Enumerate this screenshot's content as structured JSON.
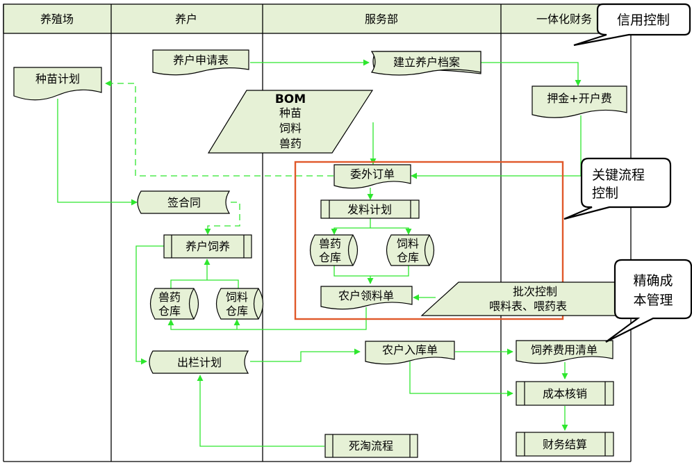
{
  "colors": {
    "shape_fill": "#e6f1d6",
    "header_fill": "#e6f1d6",
    "connector": "#2ee62e",
    "highlight_box": "#e0582a",
    "callout_fill": "#ffffff"
  },
  "lanes": {
    "farm": "养殖场",
    "breeder": "养户",
    "service": "服务部",
    "finance": "一体化财务"
  },
  "nodes": {
    "seedling_plan": "种苗计划",
    "application": "养户申请表",
    "archive": "建立养户档案",
    "deposit": "押金+开户费",
    "bom": [
      "BOM",
      "种苗",
      "饲料",
      "兽药"
    ],
    "outsource_order": "委外订单",
    "contract": "签合同",
    "issue_plan": "发料计划",
    "feeding": "养户饲养",
    "service_vet_store": [
      "兽药",
      "仓库"
    ],
    "service_feed_store": [
      "饲料",
      "仓库"
    ],
    "breeder_vet_store": [
      "兽药",
      "仓库"
    ],
    "breeder_feed_store": [
      "饲料",
      "仓库"
    ],
    "pick_list": "农户领料单",
    "batch_control": [
      "批次控制",
      "喂料表、喂药表"
    ],
    "shipment_plan": "出栏计划",
    "inbound": "农户入库单",
    "feeding_cost": "饲养费用清单",
    "cost_writeoff": "成本核销",
    "settlement": "财务结算",
    "death_flow": "死淘流程"
  },
  "callouts": {
    "credit": "信用控制",
    "key_process": [
      "关键流程",
      "控制"
    ],
    "precise_cost": [
      "精确成",
      "本管理"
    ]
  }
}
